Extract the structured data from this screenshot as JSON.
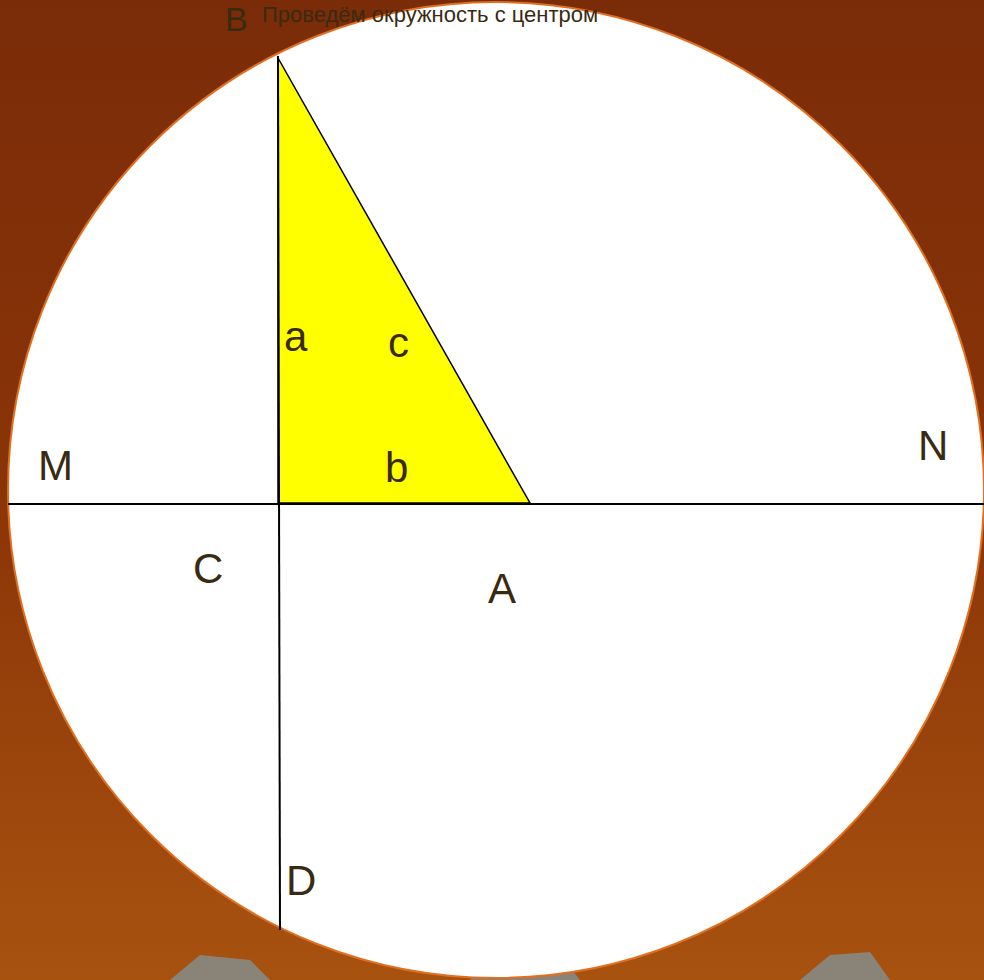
{
  "diagram": {
    "title": "Проведём окружность с центром",
    "labels": [
      "B",
      "a",
      "c",
      "M",
      "b",
      "N",
      "C",
      "A",
      "D"
    ]
  }
}
